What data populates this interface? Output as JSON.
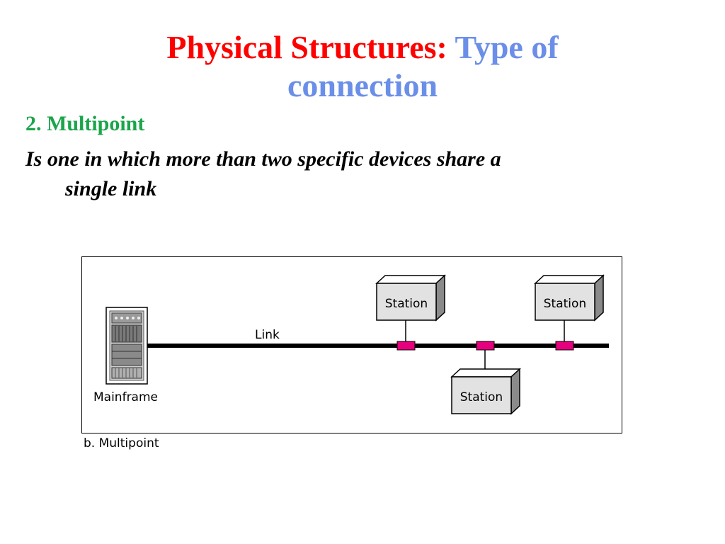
{
  "title": {
    "part1": "Physical Structures:",
    "part2": "Type of",
    "part3": "connection"
  },
  "heading": "2. Multipoint",
  "description": {
    "line1": "Is one in which more than two specific devices share a",
    "line2": "single link"
  },
  "diagram": {
    "link_label": "Link",
    "mainframe_label": "Mainframe",
    "stations": [
      "Station",
      "Station",
      "Station"
    ],
    "caption": "b. Multipoint"
  },
  "colors": {
    "title_red": "#ff0000",
    "title_blue": "#6b8fe8",
    "heading_green": "#1aa54a",
    "tap": "#e6007e"
  }
}
